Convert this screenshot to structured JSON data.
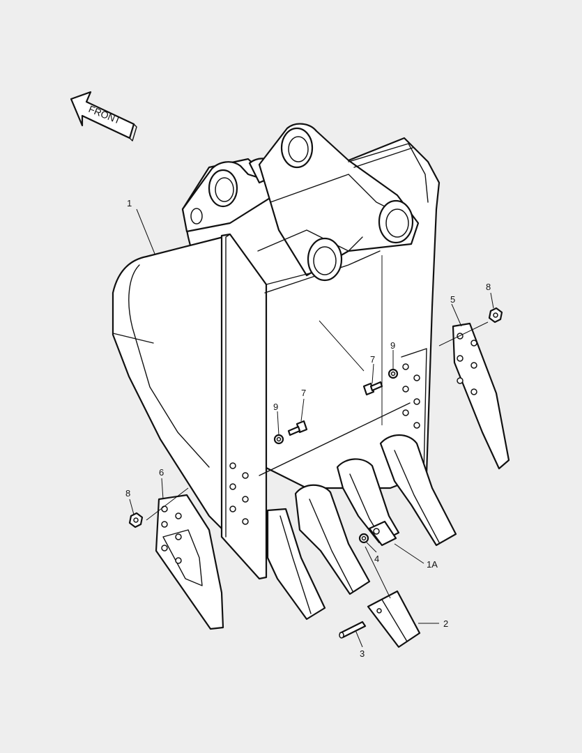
{
  "direction_label": "FRONT",
  "callouts": {
    "bucket": "1",
    "tooth_point": "2",
    "pin": "3",
    "retainer": "4",
    "side_cutter_right": "5",
    "side_cutter_left": "6",
    "bolt_upper": "7",
    "bolt_lower": "7",
    "nut_right": "8",
    "nut_left": "8",
    "washer_upper": "9",
    "washer_lower": "9",
    "adapter": "1A"
  },
  "colors": {
    "background": "#eeeeee",
    "line": "#111111",
    "fill": "#ffffff"
  }
}
